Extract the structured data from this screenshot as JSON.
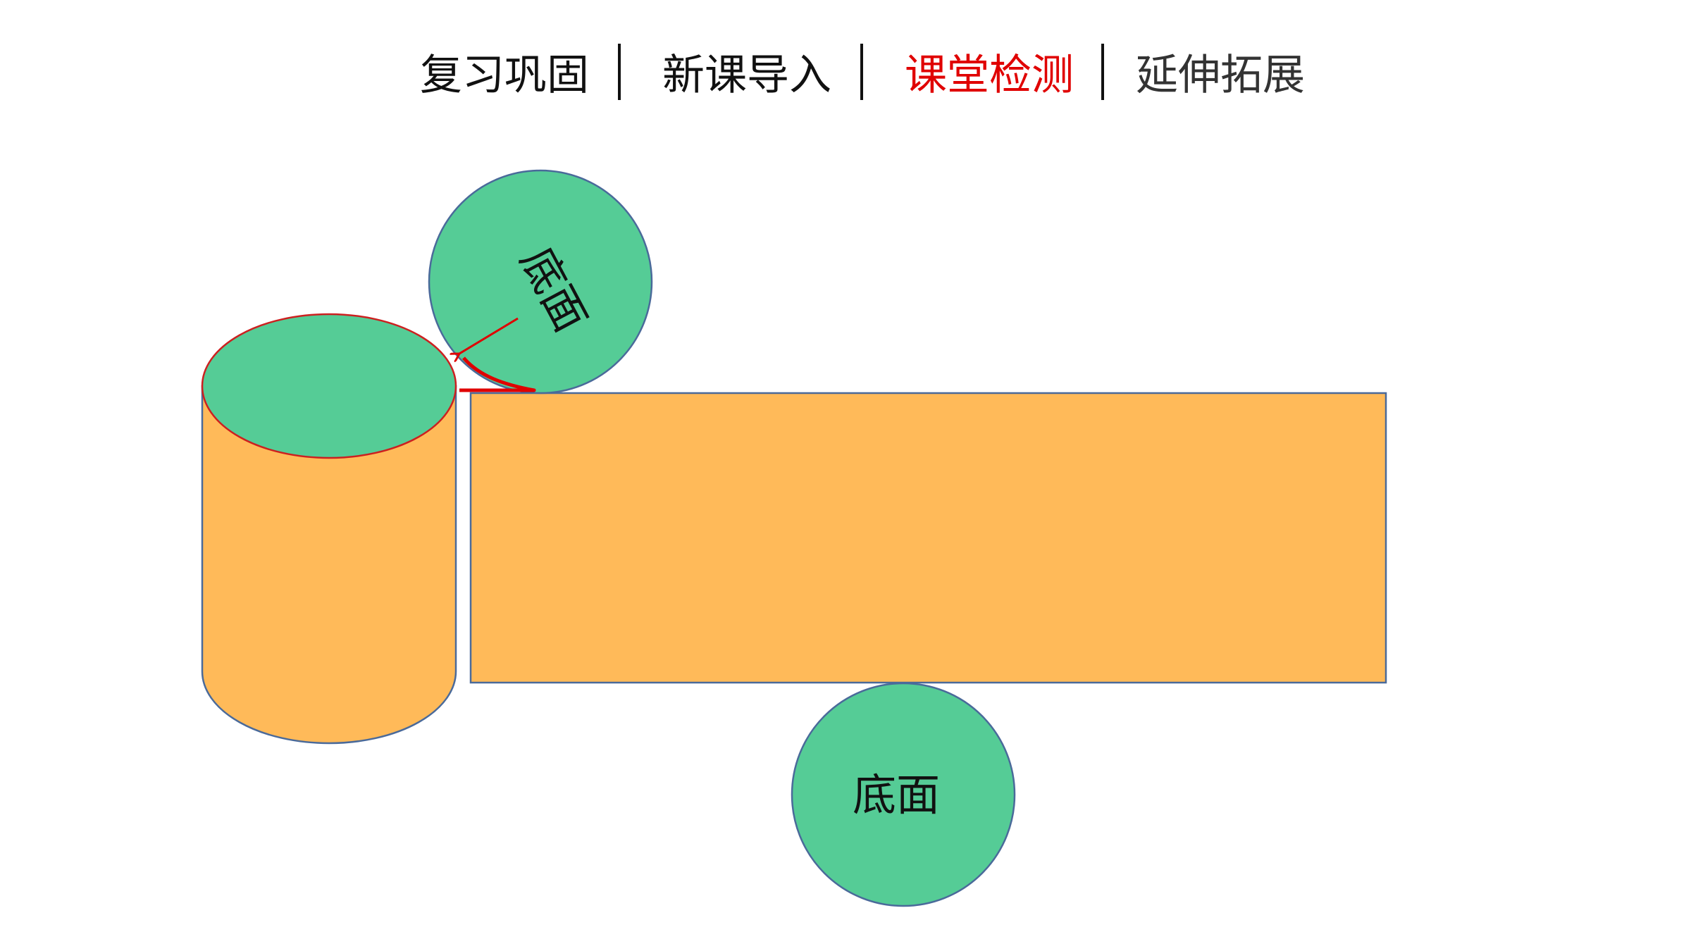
{
  "nav": {
    "items": [
      {
        "label": "复习巩固",
        "state": "normal"
      },
      {
        "label": "新课导入",
        "state": "normal"
      },
      {
        "label": "课堂检测",
        "state": "active"
      },
      {
        "label": "延伸拓展",
        "state": "muted"
      }
    ],
    "active_color": "#e00000"
  },
  "diagram": {
    "top_base_label": "底面",
    "bottom_base_label": "底面",
    "colors": {
      "base_fill": "#55cc96",
      "lateral_fill": "#ffba59",
      "outline": "#4a6a9a",
      "highlight": "#e00000"
    }
  }
}
